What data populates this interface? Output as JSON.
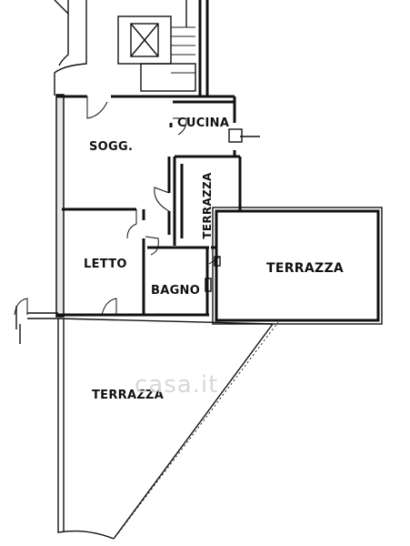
{
  "rooms": {
    "cucina": "CUCINA",
    "soggiorno": "SOGG.",
    "terrazza_vertical": "TERRAZZA",
    "terrazza_right": "TERRAZZA",
    "letto": "LETTO",
    "bagno": "BAGNO",
    "terrazza_bottom": "TERRAZZA"
  },
  "watermark": "casa.it"
}
